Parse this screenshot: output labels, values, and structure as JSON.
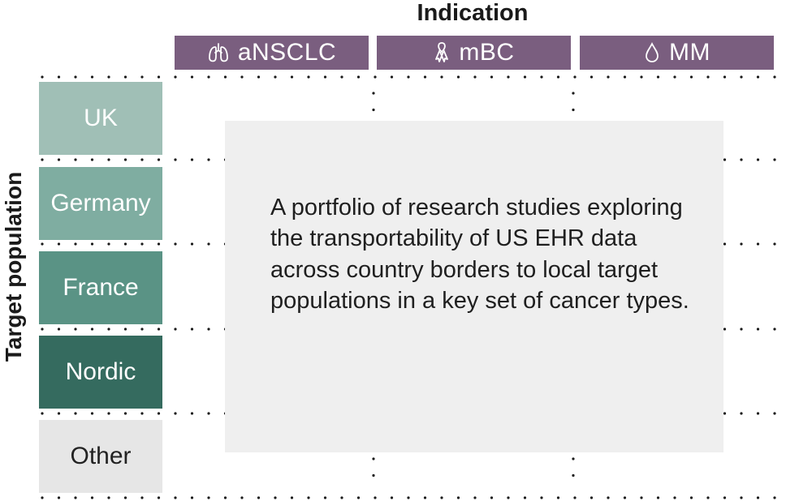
{
  "diagram": {
    "title": "Indication",
    "row_axis_label": "Target population",
    "columns": [
      {
        "icon": "lungs-icon",
        "label": "aNSCLC"
      },
      {
        "icon": "ribbon-icon",
        "label": "mBC"
      },
      {
        "icon": "drop-icon",
        "label": "MM"
      }
    ],
    "rows": [
      {
        "label": "UK",
        "color": "#a0bfb6",
        "text_color": "#ffffff"
      },
      {
        "label": "Germany",
        "color": "#7fada1",
        "text_color": "#ffffff"
      },
      {
        "label": "France",
        "color": "#5a9385",
        "text_color": "#ffffff"
      },
      {
        "label": "Nordic",
        "color": "#356b5f",
        "text_color": "#ffffff"
      },
      {
        "label": "Other",
        "color": "#e6e6e6",
        "text_color": "#222222"
      }
    ],
    "overlay_text": "A portfolio of research studies exploring the transportability of US EHR data across country borders to local target populations in a key set of cancer types.",
    "column_color": "#7a5e7f",
    "overlay_color": "#efefef",
    "dot_color": "#1a1a1a"
  }
}
